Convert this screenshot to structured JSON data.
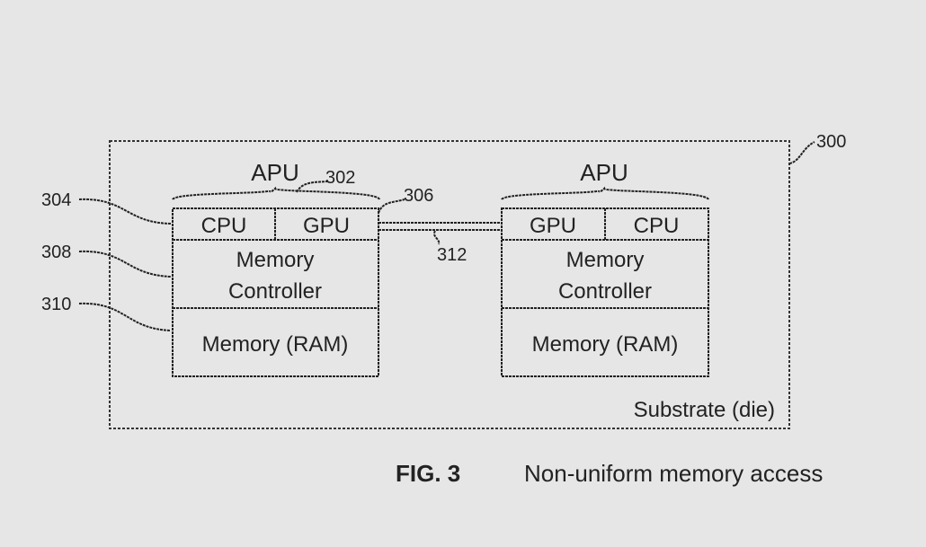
{
  "figure": {
    "number": "FIG. 3",
    "caption": "Non-uniform memory access"
  },
  "substrate": {
    "ref": "300",
    "label": "Substrate (die)"
  },
  "apus": [
    {
      "label": "APU",
      "ref": "302",
      "units": [
        "CPU",
        "GPU"
      ],
      "controller_line1": "Memory",
      "controller_line2": "Controller",
      "memory": "Memory (RAM)"
    },
    {
      "label": "APU",
      "units": [
        "GPU",
        "CPU"
      ],
      "controller_line1": "Memory",
      "controller_line2": "Controller",
      "memory": "Memory (RAM)"
    }
  ],
  "refs": {
    "cpu_gpu_row": "304",
    "memory_controller": "308",
    "memory_ram": "310",
    "gpu_link": "306",
    "interconnect": "312"
  }
}
